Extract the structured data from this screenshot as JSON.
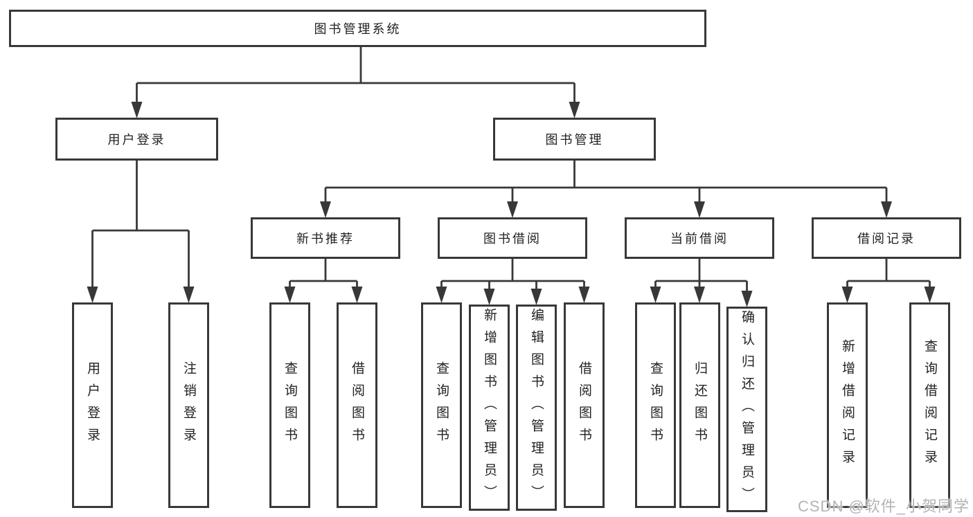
{
  "diagram": {
    "root": {
      "label": "图书管理系统"
    },
    "branches": {
      "user_login": {
        "label": "用户登录",
        "children": {
          "login": {
            "label": "用户登录"
          },
          "logout": {
            "label": "注销登录"
          }
        }
      },
      "book_management": {
        "label": "图书管理",
        "children": {
          "new_book_recommendation": {
            "label": "新书推荐",
            "children": {
              "query_books": {
                "label": "查询图书"
              },
              "borrow_books": {
                "label": "借阅图书"
              }
            }
          },
          "book_borrowing": {
            "label": "图书借阅",
            "children": {
              "query_books": {
                "label": "查询图书"
              },
              "add_books_admin": {
                "label": "新增图书（管理员）"
              },
              "edit_books_admin": {
                "label": "编辑图书（管理员）"
              },
              "borrow_books": {
                "label": "借阅图书"
              }
            }
          },
          "current_borrowing": {
            "label": "当前借阅",
            "children": {
              "query_books": {
                "label": "查询图书"
              },
              "return_books": {
                "label": "归还图书"
              },
              "confirm_return_admin": {
                "label": "确认归还（管理员）"
              }
            }
          },
          "borrowing_records": {
            "label": "借阅记录",
            "children": {
              "add_borrow_record": {
                "label": "新增借阅记录"
              },
              "query_borrow_record": {
                "label": "查询借阅记录"
              }
            }
          }
        }
      }
    }
  },
  "watermark": {
    "text": "CSDN @软件_小贺同学"
  },
  "colors": {
    "line": "#383838",
    "text": "#222222",
    "background": "#ffffff",
    "watermark": "#b3b3b3"
  }
}
